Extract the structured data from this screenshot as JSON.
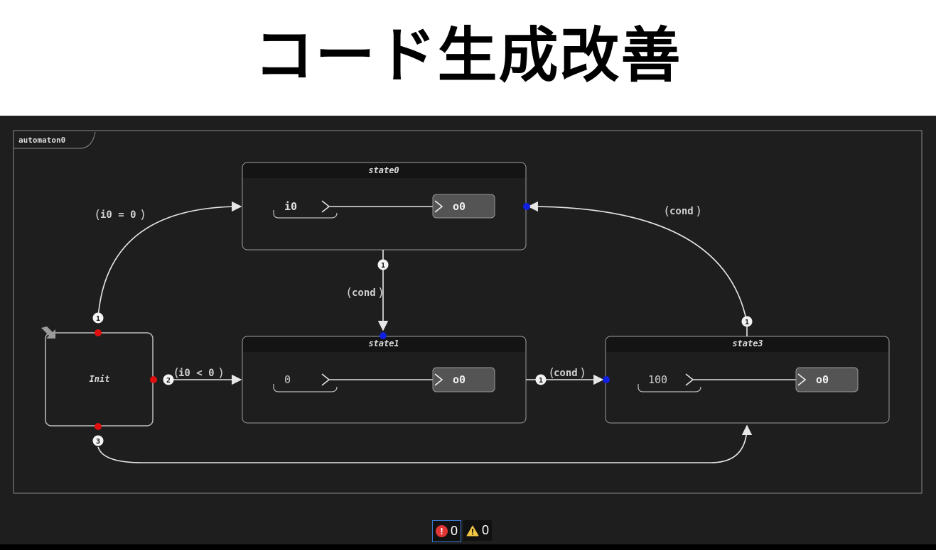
{
  "page_title": "コード生成改善",
  "diagram": {
    "automaton_label": "automaton0",
    "states": [
      {
        "id": "state0",
        "title": "state0",
        "input": "i0",
        "output": "o0"
      },
      {
        "id": "state1",
        "title": "state1",
        "input": "0",
        "output": "o0"
      },
      {
        "id": "state3",
        "title": "state3",
        "input": "100",
        "output": "o0"
      },
      {
        "id": "init",
        "title": "Init"
      }
    ],
    "transitions": [
      {
        "from": "Init",
        "to": "state0",
        "priority": "1",
        "label": "i0 = 0"
      },
      {
        "from": "Init",
        "to": "state1",
        "priority": "2",
        "label": "i0 < 0"
      },
      {
        "from": "Init",
        "to": "state3",
        "priority": "3",
        "label": ""
      },
      {
        "from": "state0",
        "to": "state1",
        "priority": "1",
        "label": "cond"
      },
      {
        "from": "state1",
        "to": "state3",
        "priority": "1",
        "label": "cond"
      },
      {
        "from": "state3",
        "to": "state0",
        "priority": "1",
        "label": "cond"
      }
    ]
  },
  "status_bar": {
    "errors": "0",
    "warnings": "0",
    "error_icon": "error-icon",
    "warning_icon": "warning-icon"
  },
  "colors": {
    "canvas": "#1e1e1e",
    "line": "#e6e6e6",
    "source_port": "#e01010",
    "target_port": "#1020e0"
  }
}
